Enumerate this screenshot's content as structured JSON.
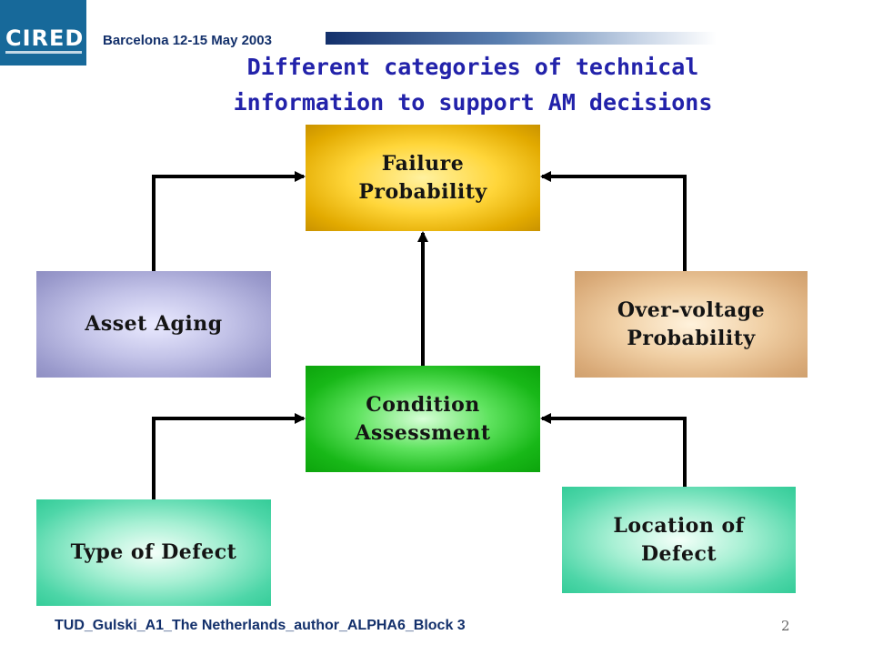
{
  "header": {
    "logo_text": "CIRED",
    "event": "Barcelona  12-15 May 2003"
  },
  "title": {
    "line1": "Different categories of technical",
    "line2": "information to support AM decisions"
  },
  "boxes": {
    "failure": [
      "Failure",
      "Probability"
    ],
    "aging": [
      "Asset Aging"
    ],
    "overvoltage": [
      "Over-voltage",
      "Probability"
    ],
    "condition": [
      "Condition",
      "Assessment"
    ],
    "type_defect": [
      "Type of Defect"
    ],
    "location_defect": [
      "Location of",
      "Defect"
    ]
  },
  "footer": {
    "text": "TUD_Gulski_A1_The Netherlands_author_ALPHA6_Block  3",
    "page": "2"
  },
  "colors": {
    "accent_blue": "#13306b",
    "title_blue": "#2222aa",
    "failure_yellow": "#e2aa00",
    "aging_lavender": "#9a9acc",
    "overvoltage_tan": "#d9aa78",
    "condition_green": "#18b818",
    "defect_teal": "#4ed6a8"
  }
}
